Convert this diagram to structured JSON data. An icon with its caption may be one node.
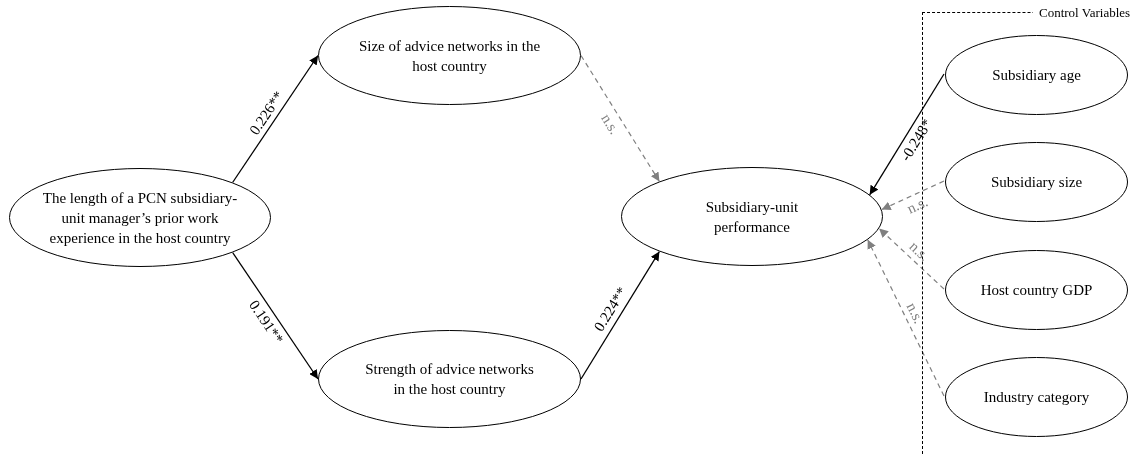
{
  "diagram": {
    "nodes": [
      {
        "text": [
          "The length of a PCN subsidiary-unit manager’s prior work experience in the host country"
        ]
      },
      {
        "text": [
          "Size of advice networks in the host country"
        ]
      },
      {
        "text": [
          "Strength of advice networks in the host country"
        ]
      },
      {
        "text": [
          "Subsidiary-unit performance"
        ]
      },
      {
        "text": [
          "Control Variables"
        ]
      },
      {
        "text": [
          "Subsidiary age"
        ],
        "in": 4
      },
      {
        "text": [
          "Subsidiary size"
        ],
        "in": 4
      },
      {
        "text": [
          "Host country GDP"
        ],
        "in": 4
      },
      {
        "text": [
          "Industry category"
        ],
        "in": 4
      }
    ],
    "edges": [
      {
        "from": 0,
        "to": 1,
        "arrow": "to",
        "label": "0.226**"
      },
      {
        "from": 0,
        "to": 2,
        "arrow": "to",
        "label": "0.191**"
      },
      {
        "from": 1,
        "to": 3,
        "arrow": "to",
        "label": "n.s.",
        "style": "dashed",
        "color": "#808080"
      },
      {
        "from": 2,
        "to": 3,
        "arrow": "to",
        "label": "0.224**"
      },
      {
        "from": 5,
        "to": 3,
        "arrow": "to",
        "label": "-0.248*"
      },
      {
        "from": 6,
        "to": 3,
        "arrow": "to",
        "label": "n.s.",
        "style": "dashed",
        "color": "#808080"
      },
      {
        "from": 7,
        "to": 3,
        "arrow": "to",
        "label": "n.s.",
        "style": "dashed",
        "color": "#808080"
      },
      {
        "from": 8,
        "to": 3,
        "arrow": "to",
        "label": "n.s.",
        "style": "dashed",
        "color": "#808080"
      }
    ]
  }
}
